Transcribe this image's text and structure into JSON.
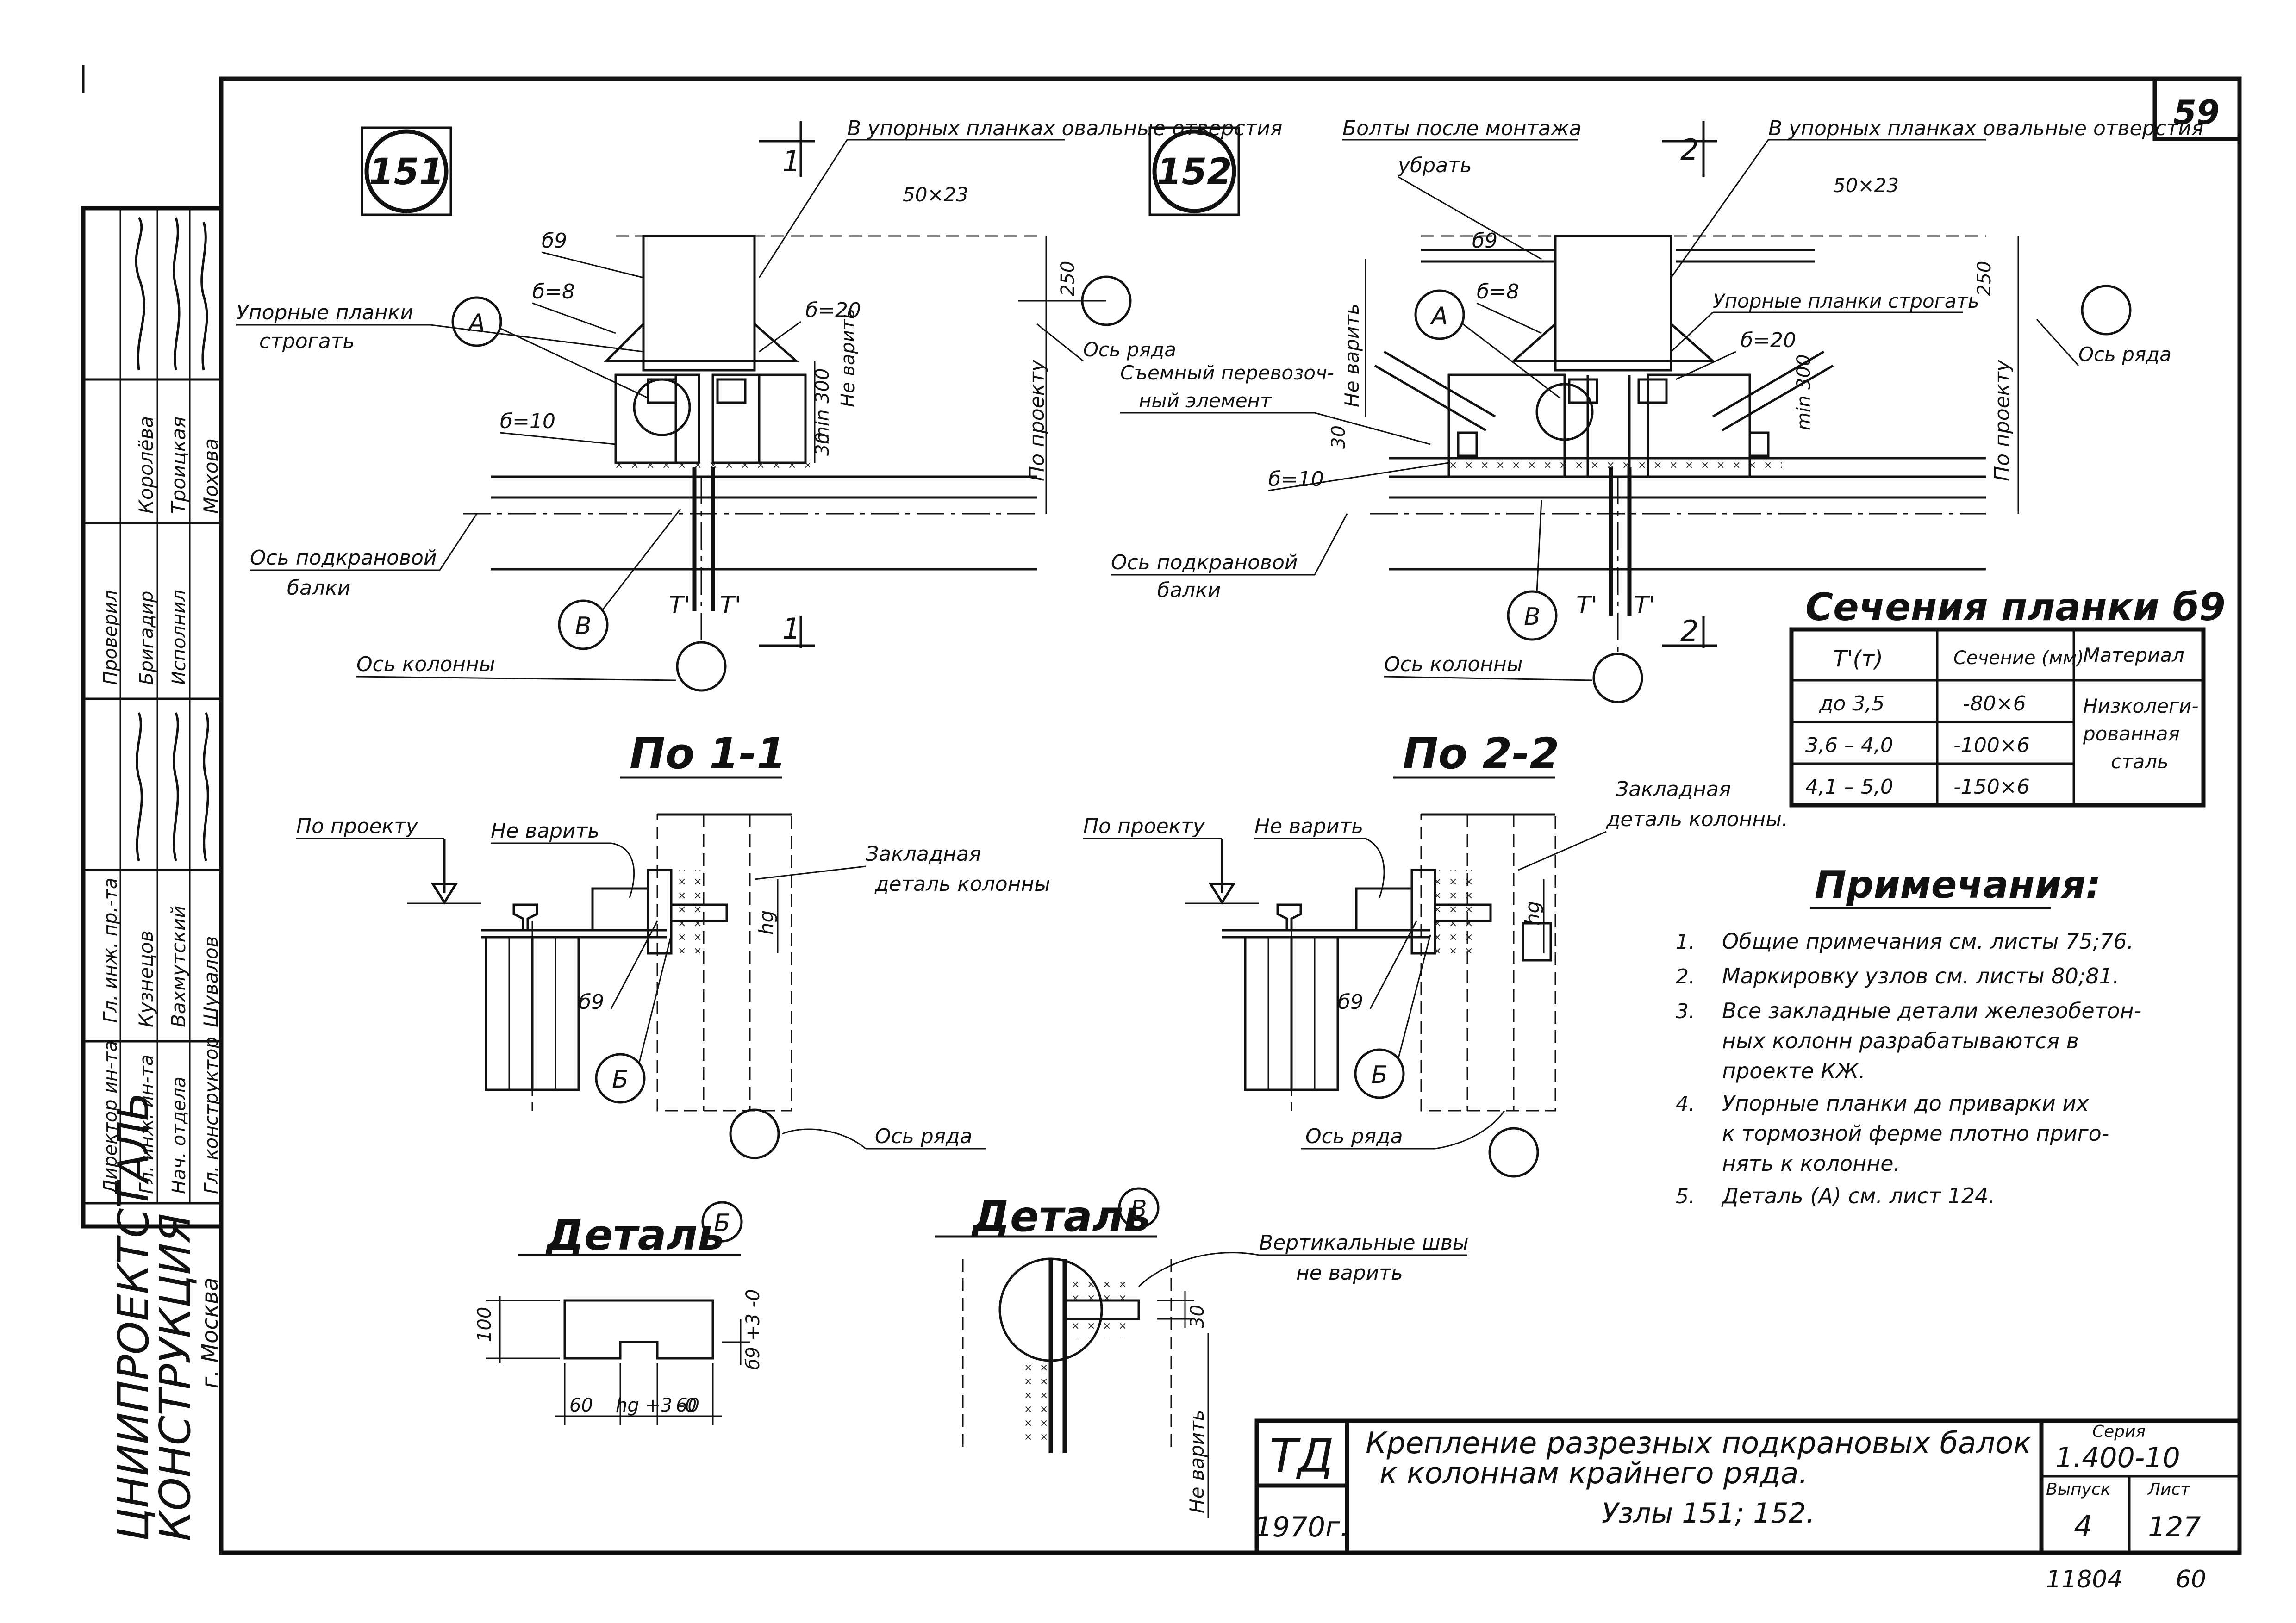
{
  "sheet_number": "59",
  "side_stamp": {
    "org_line1": "ЦНИИПРОЕКТСТАЛЬ",
    "org_line2": "КОНСТРУКЦИЯ",
    "city": "г. Москва",
    "roles": [
      "Директор ин-та",
      "Гл. инж. ин-та",
      "Нач. отдела",
      "Гл. конструктор",
      "Гл. инж. пр.-та",
      "Бригадир",
      "Проверил",
      "Исполнил"
    ],
    "names": [
      "Кузнецов",
      "Вахмутский",
      "Шувалов",
      "Троицкая",
      "Королёва",
      "Мохова"
    ]
  },
  "node151": {
    "label": "151",
    "title_oval": "В упорных планках овальные отверстия",
    "oval_size": "50×23",
    "section_mark": "1",
    "callouts": [
      "б9",
      "б=8",
      "б=20",
      "б=10",
      "Упорные планки строгать",
      "Не варить"
    ],
    "dims": [
      "250",
      "min 300",
      "30",
      "По проекту"
    ],
    "axis_row": "Ось ряда",
    "axis_beam_1": "Ось подкрановой",
    "axis_beam_2": "балки",
    "axis_column": "Ось колонны",
    "detail_a": "А",
    "detail_b": "В",
    "force": "T'"
  },
  "node152": {
    "label": "152",
    "bolts_note_1": "Болты после монтажа",
    "bolts_note_2": "убрать",
    "title_oval": "В упорных планках овальные отверстия",
    "oval_size": "50×23",
    "section_mark": "2",
    "callouts": [
      "б9",
      "б=8",
      "б=20",
      "б=10",
      "Упорные планки строгать",
      "Не варить",
      "Съемный перевозоч-",
      "ный элемент"
    ],
    "dims": [
      "250",
      "min 300",
      "30",
      "По проекту"
    ],
    "axis_row": "Ось ряда",
    "axis_beam_1": "Ось подкрановой",
    "axis_beam_2": "балки",
    "axis_column": "Ось колонны",
    "detail_a": "А",
    "detail_b": "В",
    "force": "T'"
  },
  "section11": {
    "title": "По 1-1",
    "po_proektu": "По проекту",
    "ne_varit": "Не варить",
    "zaklad_1": "Закладная",
    "zaklad_2": "деталь колонны",
    "b9": "б9",
    "hg": "hg",
    "detail": "Б",
    "axis_row": "Ось ряда"
  },
  "section22": {
    "title": "По 2-2",
    "po_proektu": "По проекту",
    "ne_varit": "Не варить",
    "zaklad_1": "Закладная",
    "zaklad_2": "деталь колонны.",
    "b9": "б9",
    "hg": "hg",
    "detail": "Б",
    "axis_row": "Ось ряда"
  },
  "plank_table": {
    "title": "Сечения планки б9",
    "headers": [
      "T'(т)",
      "Сечение (мм)",
      "Материал"
    ],
    "rows": [
      [
        "до 3,5",
        "-80×6"
      ],
      [
        "3,6 – 4,0",
        "-100×6"
      ],
      [
        "4,1 – 5,0",
        "-150×6"
      ]
    ],
    "material": [
      "Низколеги-",
      "рованная",
      "сталь"
    ]
  },
  "notes": {
    "title": "Примечания:",
    "items": [
      {
        "n": "1.",
        "lines": [
          "Общие примечания см. листы 75;76."
        ]
      },
      {
        "n": "2.",
        "lines": [
          "Маркировку узлов см. листы 80;81."
        ]
      },
      {
        "n": "3.",
        "lines": [
          "Все закладные детали железобетон-",
          "ных колонн разрабатываются в",
          "проекте КЖ."
        ]
      },
      {
        "n": "4.",
        "lines": [
          "Упорные планки до приварки их",
          "к тормозной ферме плотно приго-",
          "нять к колонне."
        ]
      },
      {
        "n": "5.",
        "lines": [
          "Деталь  (А)  см. лист 124."
        ]
      }
    ]
  },
  "detail_b": {
    "title": "Деталь",
    "mark": "Б",
    "dim_h": "100",
    "dim_side": "б9 +3 -0",
    "dim_left": "60",
    "dim_mid": "hg +3 -0",
    "dim_right": "60"
  },
  "detail_v": {
    "title": "Деталь",
    "mark": "В",
    "note_1": "Вертикальные швы",
    "note_2": "не варить",
    "dim": "30",
    "side_note": "Не варить"
  },
  "title_block": {
    "td": "ТД",
    "year": "1970г.",
    "title_1": "Крепление разрезных подкрановых балок",
    "title_2": "к колоннам крайнего ряда.",
    "title_3": "Узлы 151; 152.",
    "series_label": "Серия",
    "series": "1.400-10",
    "issue_label": "Выпуск",
    "issue": "4",
    "sheet_label": "Лист",
    "sheet": "127"
  },
  "footer_code_1": "11804",
  "footer_code_2": "60"
}
